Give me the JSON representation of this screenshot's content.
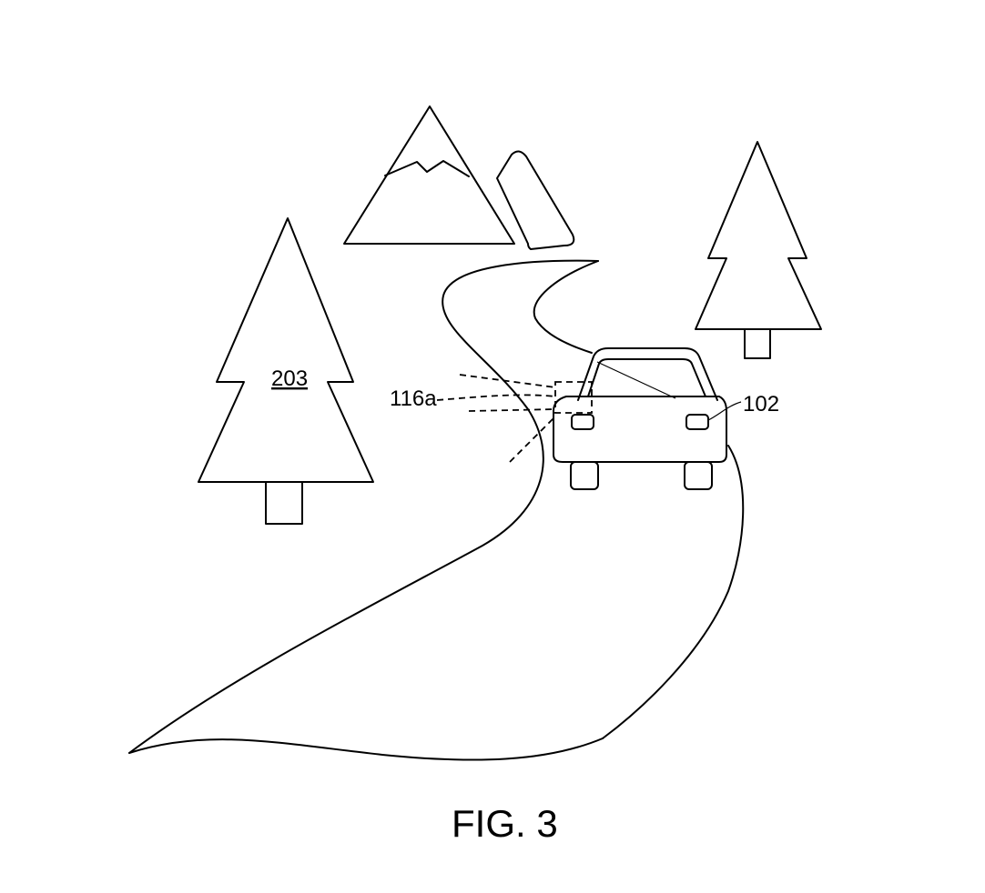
{
  "labels": {
    "tree_ref": "203",
    "sensor_ref": "116a",
    "vehicle_ref": "102"
  },
  "caption": "FIG. 3",
  "colors": {
    "line": "#000000",
    "background": "#ffffff"
  }
}
